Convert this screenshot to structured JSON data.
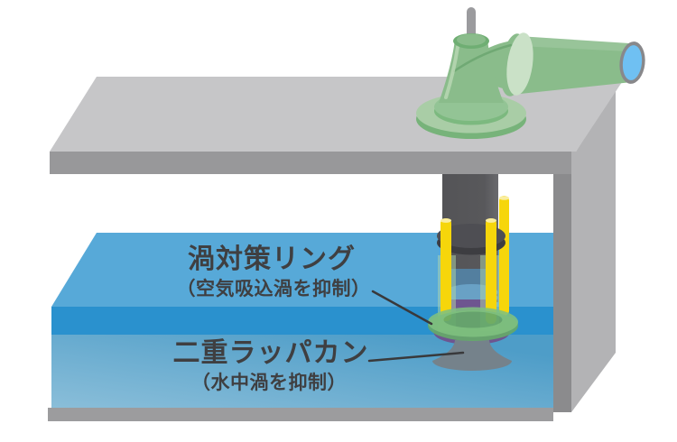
{
  "labels": {
    "ring": {
      "title": "渦対策リング",
      "subtitle": "（空気吸込渦を抑制）"
    },
    "trumpet": {
      "title": "二重ラッパカン",
      "subtitle": "（水中渦を抑制）"
    }
  },
  "colors": {
    "water_top": "#57a9d8",
    "water_band": "#2a91ce",
    "water_front": "#4e9dc8",
    "water_front_light": "#8abed9",
    "concrete_top": "#c6c6c8",
    "concrete_front": "#98989a",
    "wall_face": "#b3b3b5",
    "wall_inner": "#8b8b8d",
    "floor": "#9c9c9e",
    "pipe_green": "#8abc8b",
    "pipe_green_dark": "#6fae73",
    "pipe_green_light": "#a9cda6",
    "flange_step": "#93c495",
    "flange_step_rim": "#7cb97f",
    "flange_rim": "#77b37a",
    "flange_light": "#cae1c7",
    "outlet_blue": "#6fc0f2",
    "outlet_rim": "#88888b",
    "cable_gray": "#9b9b9e",
    "column_gray": "#58585b",
    "collar": "#4e4e53",
    "collar_dark": "#3d3d41",
    "pump_blue": "#537f9f",
    "pump_flange_blue": "#69a1c5",
    "bell_purple": "#6e5590",
    "bell_gray": "#75828b",
    "ring_green": "#7fc080",
    "ring_green_dark": "#65a96a",
    "rod_yellow": "#f6d60b",
    "rod_cap": "#f9eda0",
    "label_text": "#3f3f41",
    "leader_line": "#39393b"
  }
}
